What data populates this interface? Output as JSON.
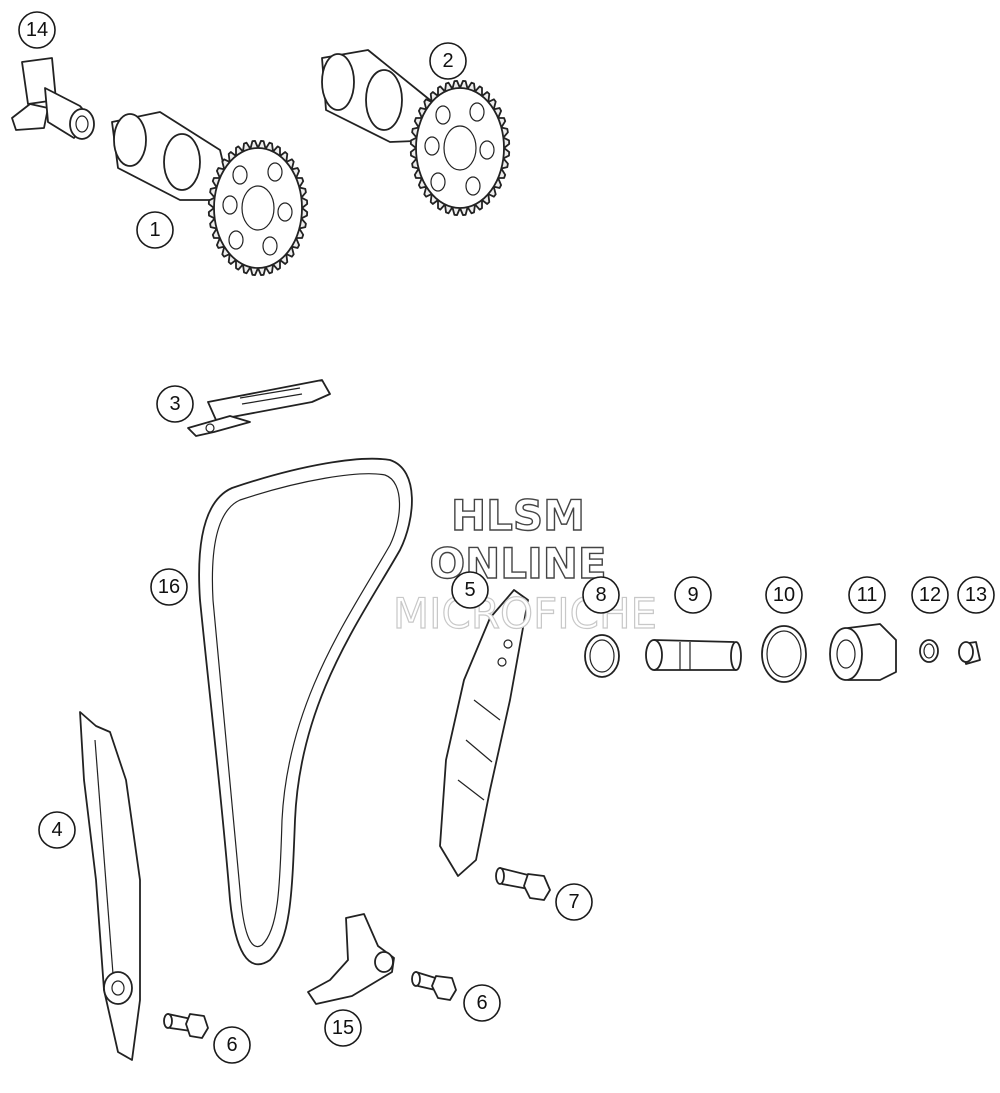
{
  "callouts": {
    "c1": "1",
    "c2": "2",
    "c3": "3",
    "c4": "4",
    "c5": "5",
    "c6a": "6",
    "c6b": "6",
    "c7": "7",
    "c8": "8",
    "c9": "9",
    "c10": "10",
    "c11": "11",
    "c12": "12",
    "c13": "13",
    "c14": "14",
    "c15": "15",
    "c16": "16"
  },
  "watermark": {
    "line1": "HLSM",
    "line2": "ONLINE",
    "line3": "MICROFICHE"
  },
  "colors": {
    "line": "#222222",
    "background": "#ffffff"
  }
}
